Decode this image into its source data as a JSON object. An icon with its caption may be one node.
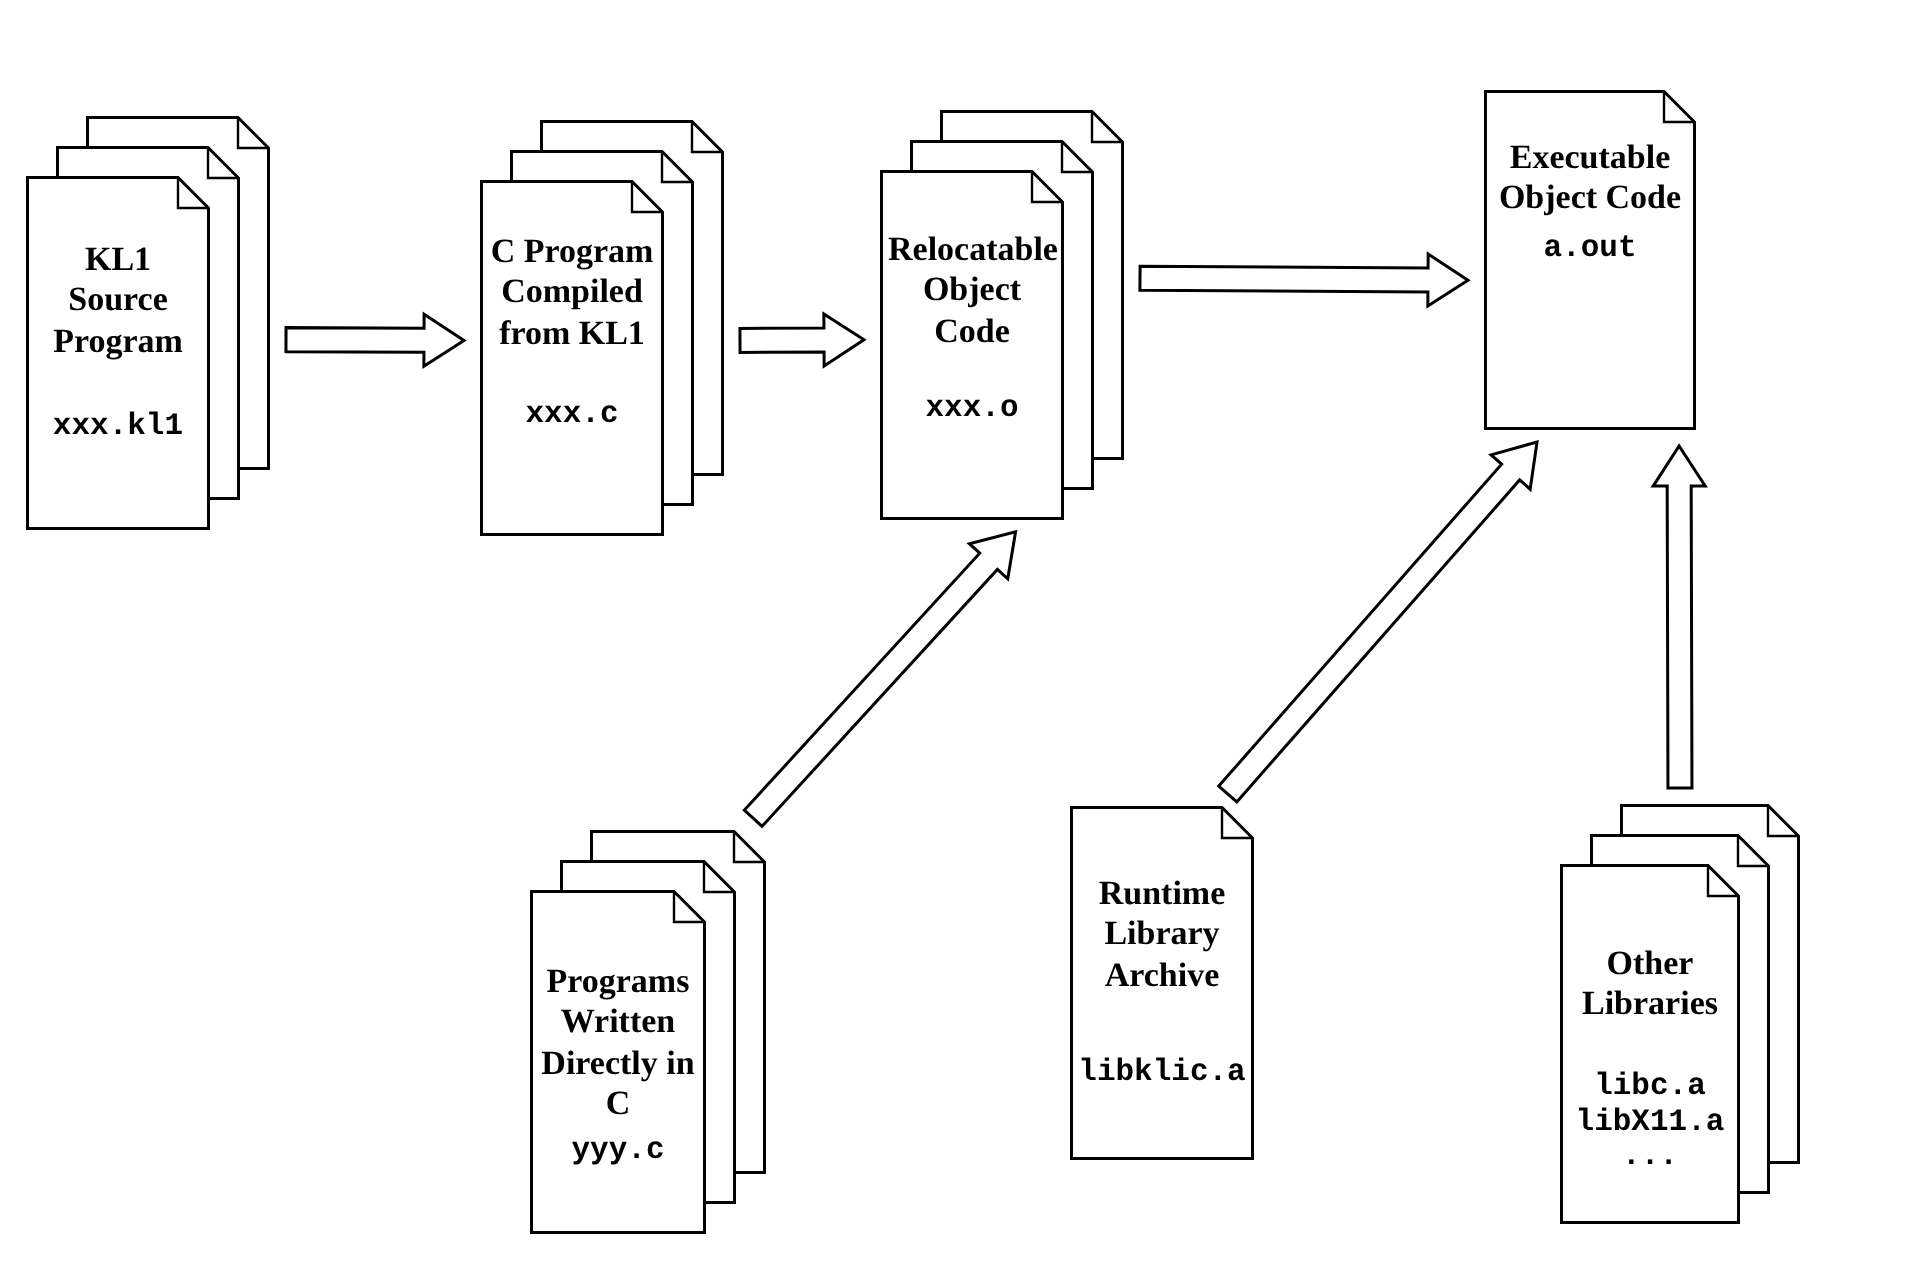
{
  "diagram": {
    "nodes": [
      {
        "text": [
          "KL1 Source Program",
          "xxx.kl1"
        ]
      },
      {
        "text": [
          "C Program Compiled from KL1",
          "xxx.c"
        ]
      },
      {
        "text": [
          "Relocatable Object Code",
          "xxx.o"
        ]
      },
      {
        "text": [
          "Executable Object Code",
          "a.out"
        ]
      },
      {
        "text": [
          "Programs Written Directly in C",
          "yyy.c"
        ]
      },
      {
        "text": [
          "Runtime Library Archive",
          "libklic.a"
        ]
      },
      {
        "text": [
          "Other Libraries",
          "libc.a libX11.a ..."
        ]
      }
    ],
    "edges": [
      {
        "from": 0,
        "to": 1,
        "arrow": "to"
      },
      {
        "from": 1,
        "to": 2,
        "arrow": "to"
      },
      {
        "from": 2,
        "to": 3,
        "arrow": "to"
      },
      {
        "from": 4,
        "to": 2,
        "arrow": "to"
      },
      {
        "from": 5,
        "to": 3,
        "arrow": "to"
      },
      {
        "from": 6,
        "to": 3,
        "arrow": "to"
      }
    ]
  }
}
